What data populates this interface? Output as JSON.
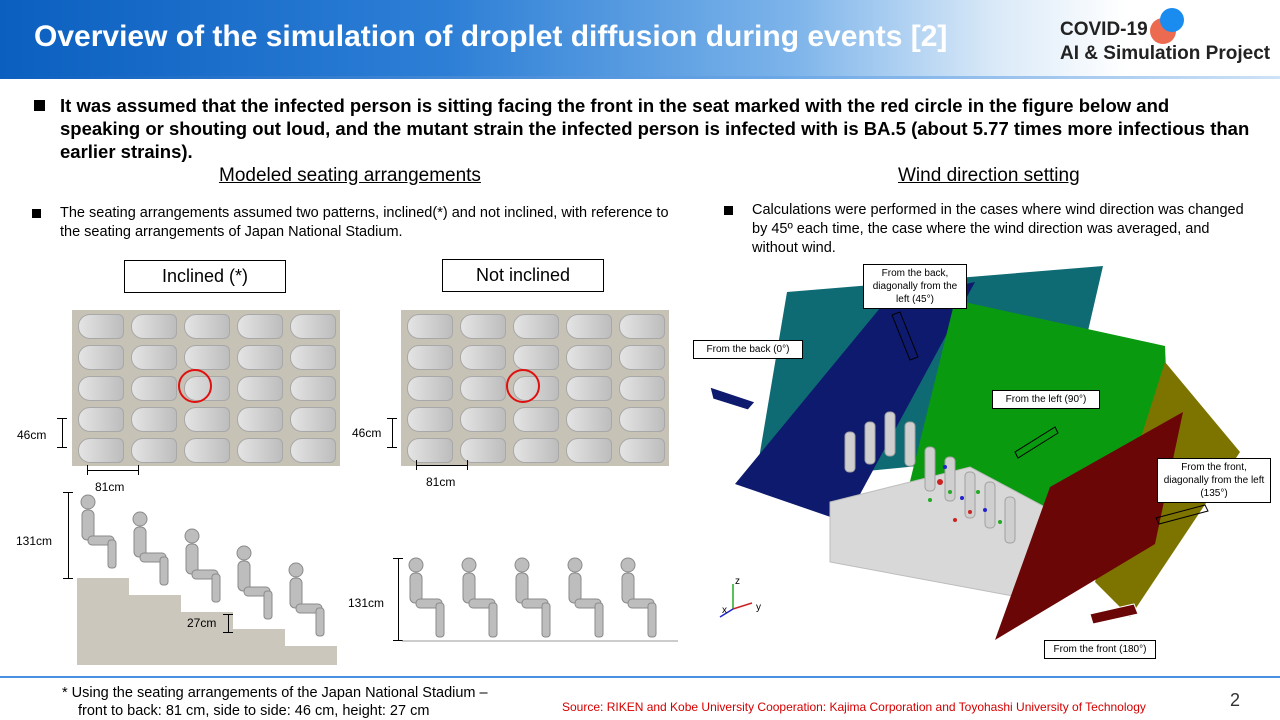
{
  "header": {
    "title": "Overview of the simulation of droplet diffusion during events [2]",
    "logo_line1": "COVID-19",
    "logo_line2": "AI & Simulation Project"
  },
  "main_bullet": "It was assumed that the infected person is sitting facing the front in the seat marked with the red circle in the figure below and speaking or shouting out loud, and the mutant strain the infected person is infected with is BA.5 (about 5.77 times more infectious than earlier strains).",
  "left": {
    "title": "Modeled seating arrangements",
    "bullet": "The seating arrangements assumed two patterns, inclined(*) and not inclined, with reference to the seating arrangements of Japan National Stadium.",
    "inclined_label": "Inclined (*)",
    "not_inclined_label": "Not inclined",
    "dims": {
      "side_to_side": "46cm",
      "front_to_back": "81cm",
      "height_total": "131cm",
      "step_height": "27cm"
    }
  },
  "right": {
    "title": "Wind direction setting",
    "bullet": "Calculations were performed in the cases where wind direction was changed by 45º each time, the case where the wind direction was averaged, and without wind.",
    "labels": {
      "back": "From the back (0°)",
      "back_diag": "From the back, diagonally from the left (45°)",
      "left": "From the left (90°)",
      "front_diag": "From the front, diagonally from the left (135°)",
      "front": "From the front (180°)"
    },
    "axes": {
      "z": "z",
      "x": "x",
      "y": "y"
    }
  },
  "footer": {
    "footnote_line1": "*  Using the seating arrangements of the Japan National Stadium –",
    "footnote_line2": "front to back: 81 cm, side to side: 46 cm, height: 27 cm",
    "source": "Source: RIKEN and Kobe University Cooperation: Kajima Corporation and Toyohashi University of Technology",
    "page_number": "2"
  },
  "colors": {
    "header_blue": "#0b5fbf",
    "plane_teal": "#0f6b73",
    "plane_navy": "#0d1a6e",
    "plane_green": "#0a9a10",
    "plane_olive": "#7d7400",
    "plane_maroon": "#6b0606",
    "infected_marker": "#e01010"
  }
}
